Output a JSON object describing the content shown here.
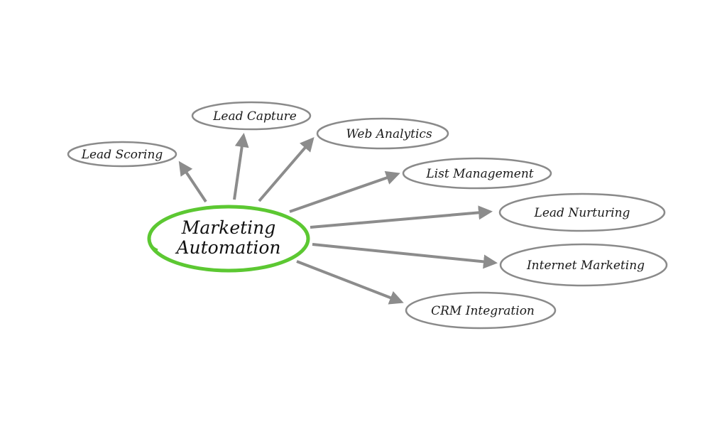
{
  "diagram": {
    "center": {
      "line1": "Marketing",
      "line2": "Automation"
    },
    "nodes": [
      {
        "label": "Lead Scoring"
      },
      {
        "label": "Lead Capture"
      },
      {
        "label": "Web Analytics"
      },
      {
        "label": "List Management"
      },
      {
        "label": "Lead Nurturing"
      },
      {
        "label": "Internet Marketing"
      },
      {
        "label": "CRM Integration"
      }
    ]
  },
  "colors": {
    "center_ring": "#5cc832",
    "node_ring": "#8a8a8a",
    "arrow": "#8c8c8c"
  }
}
